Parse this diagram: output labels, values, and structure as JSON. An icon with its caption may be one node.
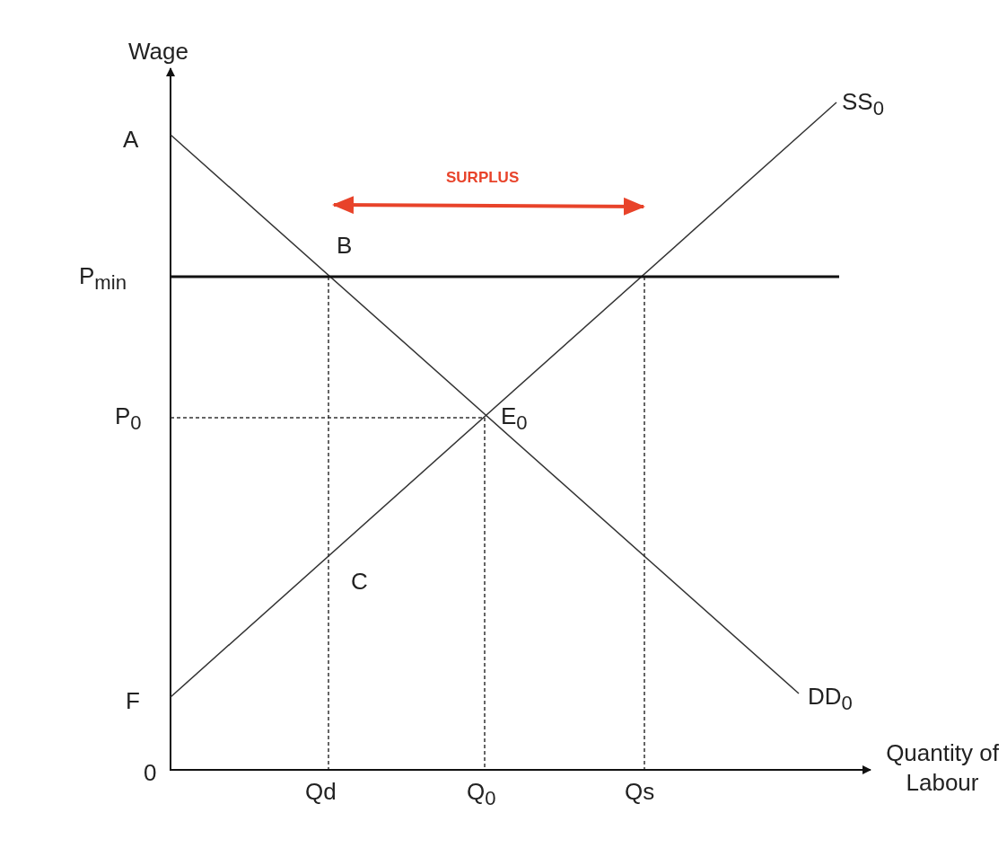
{
  "diagram": {
    "labels": [
      "Wage",
      "SS$_{0}$",
      "A",
      "SURPLUS",
      "B",
      "P$_{min}$",
      "P$_{0}$",
      "E$_{0}$",
      "C",
      "F",
      "DD$_{0}$",
      "0",
      "Qd",
      "Q$_{0}$",
      "Qs",
      "Quantity of Labour"
    ]
  }
}
